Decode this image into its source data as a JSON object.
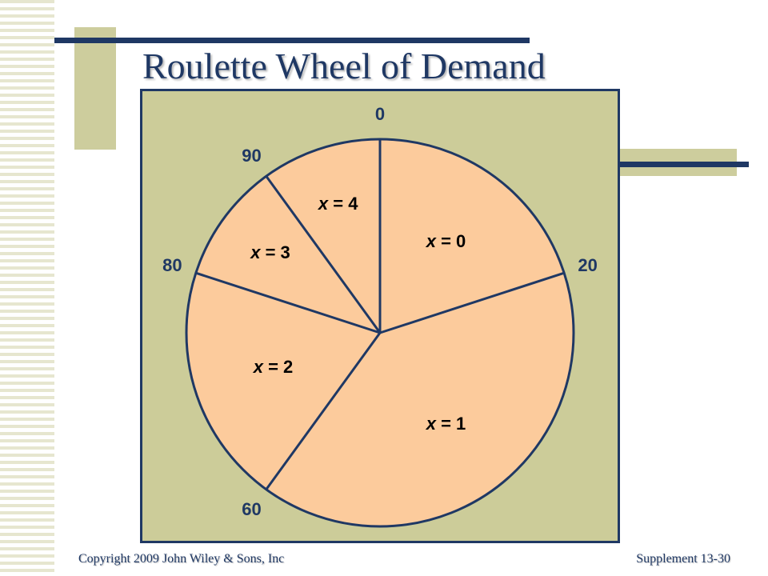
{
  "title": "Roulette Wheel of Demand",
  "footer": {
    "copyright": "Copyright 2009 John Wiley & Sons, Inc",
    "page": "Supplement 13-30"
  },
  "colors": {
    "accent": "#1f3864",
    "panel": "#cccc99",
    "wheel_fill": "#fccb9c"
  },
  "wheel": {
    "boundaries": [
      {
        "value": 0,
        "label": "0"
      },
      {
        "value": 20,
        "label": "20"
      },
      {
        "value": 60,
        "label": "60"
      },
      {
        "value": 80,
        "label": "80"
      },
      {
        "value": 90,
        "label": "90"
      }
    ],
    "segments": [
      {
        "var": "x",
        "text": " = 0",
        "start": 0,
        "end": 20
      },
      {
        "var": "x",
        "text": " = 1",
        "start": 20,
        "end": 60
      },
      {
        "var": "x",
        "text": " = 2",
        "start": 60,
        "end": 80
      },
      {
        "var": "x",
        "text": " = 3",
        "start": 80,
        "end": 90
      },
      {
        "var": "x",
        "text": " = 4",
        "start": 90,
        "end": 100
      }
    ]
  }
}
